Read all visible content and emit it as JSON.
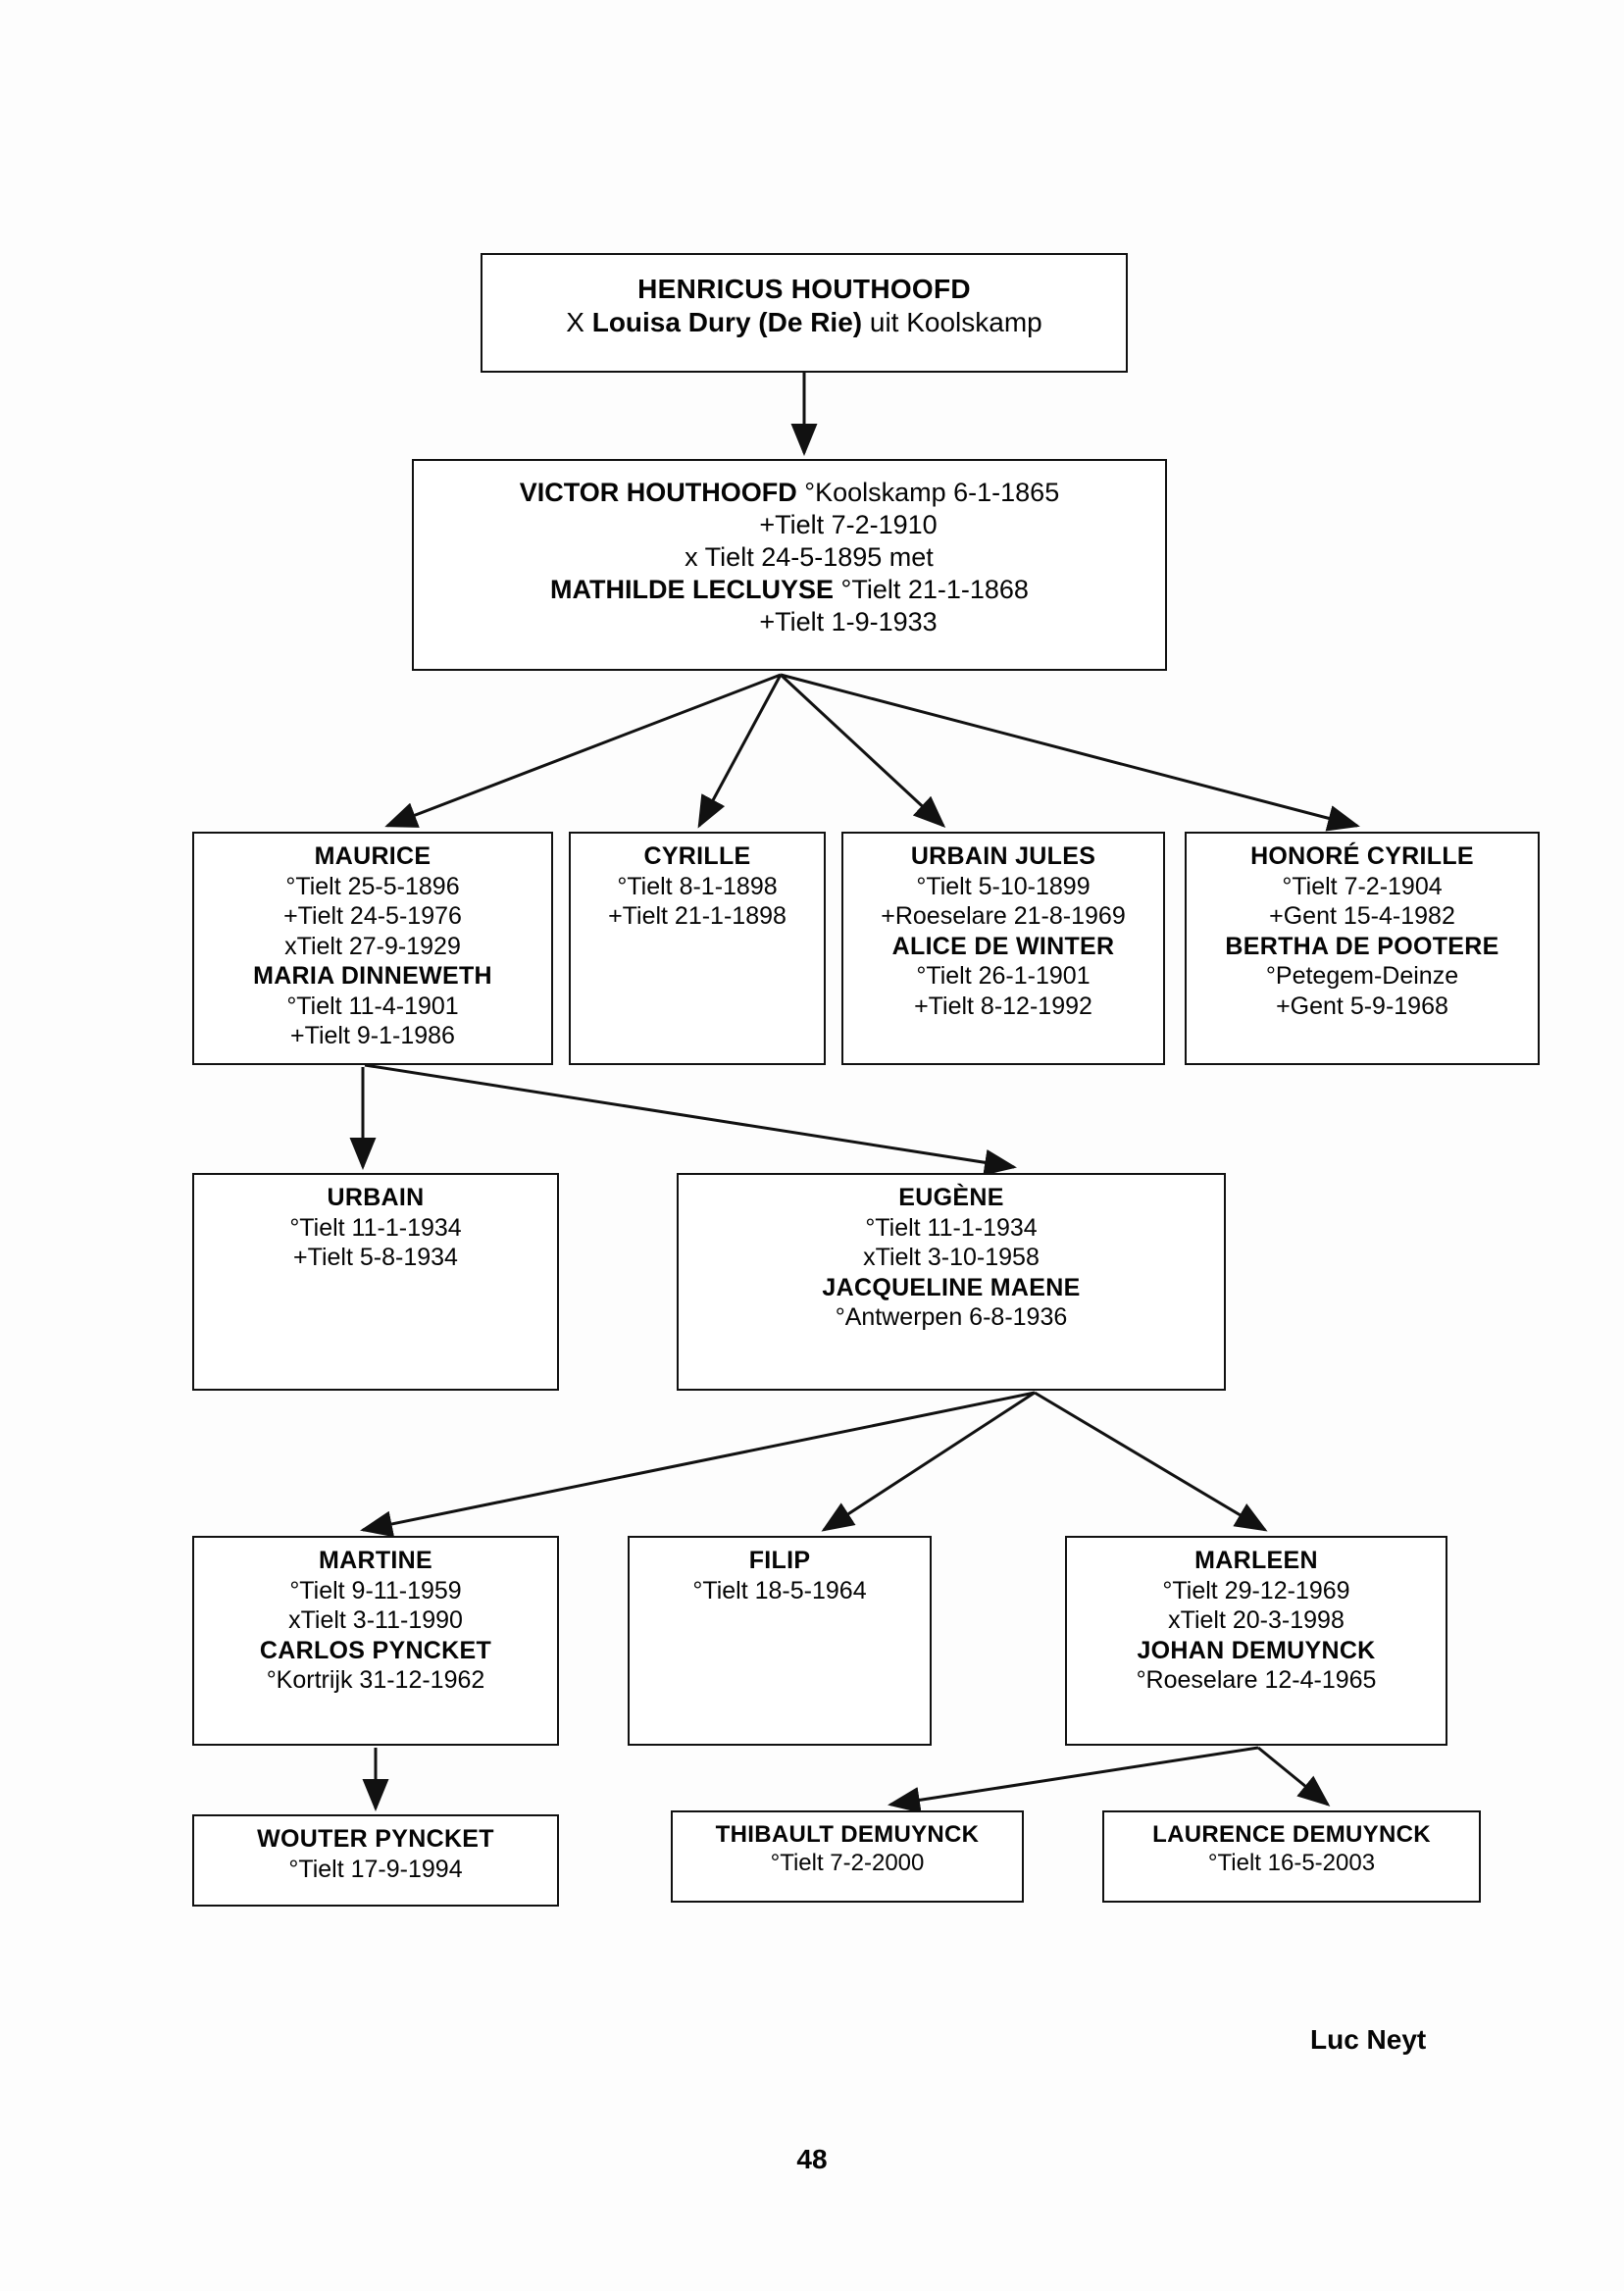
{
  "document": {
    "type": "genealogy-chart",
    "signature": "Luc Neyt",
    "page_number": "48"
  },
  "nodes": {
    "henricus": {
      "name": "HENRICUS HOUTHOOFD",
      "spouse_prefix": "X ",
      "spouse_name": "Louisa Dury (De Rie)",
      "spouse_suffix": " uit Koolskamp"
    },
    "victor": {
      "line1_name": "VICTOR HOUTHOOFD",
      "line1_rest": " °Koolskamp 6-1-1865",
      "line2": "+Tielt 7-2-1910",
      "line3": "x Tielt 24-5-1895 met",
      "line4_name": "MATHILDE LECLUYSE",
      "line4_rest": " °Tielt 21-1-1868",
      "line5": "+Tielt 1-9-1933"
    },
    "maurice": {
      "name": "MAURICE",
      "line1": "°Tielt 25-5-1896",
      "line2": "+Tielt 24-5-1976",
      "line3": "xTielt 27-9-1929",
      "spouse": "MARIA DINNEWETH",
      "line4": "°Tielt 11-4-1901",
      "line5": "+Tielt 9-1-1986"
    },
    "cyrille": {
      "name": "CYRILLE",
      "line1": "°Tielt 8-1-1898",
      "line2": "+Tielt 21-1-1898"
    },
    "urbain_jules": {
      "name": "URBAIN JULES",
      "line1": "°Tielt 5-10-1899",
      "line2": "+Roeselare 21-8-1969",
      "spouse": "ALICE DE WINTER",
      "line3": "°Tielt 26-1-1901",
      "line4": "+Tielt 8-12-1992"
    },
    "honore": {
      "name": "HONORÉ CYRILLE",
      "line1": "°Tielt  7-2-1904",
      "line2": "+Gent 15-4-1982",
      "spouse": "BERTHA DE POOTERE",
      "line3": "°Petegem-Deinze",
      "line4": "+Gent 5-9-1968"
    },
    "urbain": {
      "name": "URBAIN",
      "line1": "°Tielt 11-1-1934",
      "line2": "+Tielt 5-8-1934"
    },
    "eugene": {
      "name": "EUGÈNE",
      "line1": "°Tielt 11-1-1934",
      "line2": "xTielt 3-10-1958",
      "spouse": "JACQUELINE MAENE",
      "line3": "°Antwerpen 6-8-1936"
    },
    "martine": {
      "name": "MARTINE",
      "line1": "°Tielt 9-11-1959",
      "line2": "xTielt 3-11-1990",
      "spouse": "CARLOS PYNCKET",
      "line3": "°Kortrijk 31-12-1962"
    },
    "filip": {
      "name": "FILIP",
      "line1": "°Tielt 18-5-1964"
    },
    "marleen": {
      "name": "MARLEEN",
      "line1": "°Tielt 29-12-1969",
      "line2": "xTielt 20-3-1998",
      "spouse": "JOHAN DEMUYNCK",
      "line3": "°Roeselare 12-4-1965"
    },
    "wouter": {
      "name": "WOUTER PYNCKET",
      "line1": "°Tielt 17-9-1994"
    },
    "thibault": {
      "name": "THIBAULT DEMUYNCK",
      "line1": "°Tielt 7-2-2000"
    },
    "laurence": {
      "name": "LAURENCE DEMUYNCK",
      "line1": "°Tielt 16-5-2003"
    }
  },
  "colors": {
    "ink": "#050505",
    "border": "#111111",
    "paper": "#fdfdfd"
  }
}
